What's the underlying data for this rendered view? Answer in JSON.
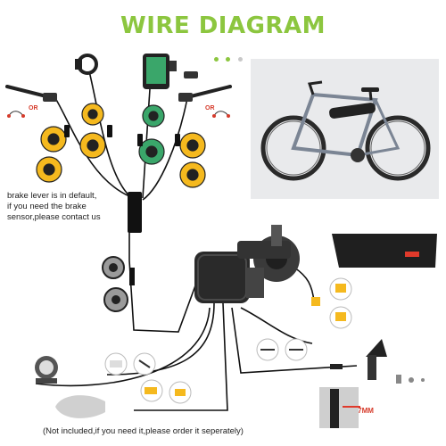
{
  "header": {
    "title": "WIRE DIAGRAM"
  },
  "notes": {
    "brake_sensor": "brake lever is in default,\nif you need the brake\nsensor,please contact us",
    "bottom": "(Not included,if you need it,please order it seperately)"
  },
  "labels": {
    "or_left": "OR",
    "or_right": "OR",
    "dropout": "5-7MM"
  },
  "colors": {
    "title": "#8cc63f",
    "dot_active": "#8cc63f",
    "dot_inactive": "#c8c8c8",
    "connector_yellow": "#f5b91e",
    "connector_green": "#3aa66a",
    "battery_red": "#e03a2b",
    "wire": "#111111"
  },
  "icons": [
    "brake-lever-icon",
    "thumb-throttle-icon",
    "lcd-display-icon",
    "connector-icon",
    "motor-icon",
    "battery-icon",
    "headlight-icon",
    "speed-sensor-icon",
    "bicycle-icon"
  ]
}
